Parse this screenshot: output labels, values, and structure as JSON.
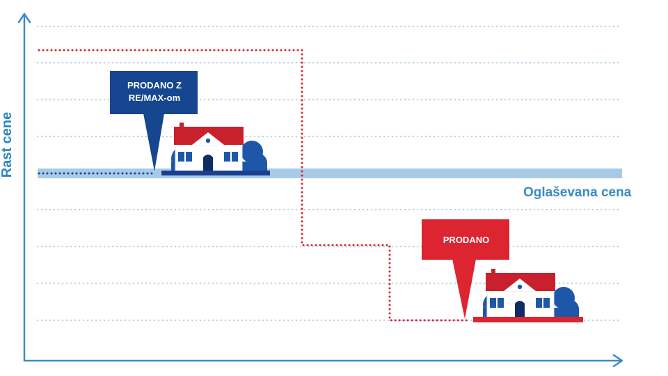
{
  "y_axis_label": "Rast cene",
  "price_line_label": "Oglaševana cena",
  "callouts": {
    "remax": "PRODANO Z\nRE/MAX-om",
    "other": "PRODANO"
  },
  "colors": {
    "axis": "#3a8cc4",
    "grid_dots": "#b7d3ea",
    "price_band": "#a7cbe7",
    "red_path": "#d7262f",
    "remax_path": "#1a3f8f",
    "callout_remax": "#15468f",
    "callout_other": "#dd2431",
    "roof": "#c8202c",
    "walls": "#ffffff",
    "bush": "#1e57a8"
  },
  "icons": [
    "house-icon",
    "bush-icon",
    "arrow-up-icon",
    "arrow-right-icon"
  ]
}
